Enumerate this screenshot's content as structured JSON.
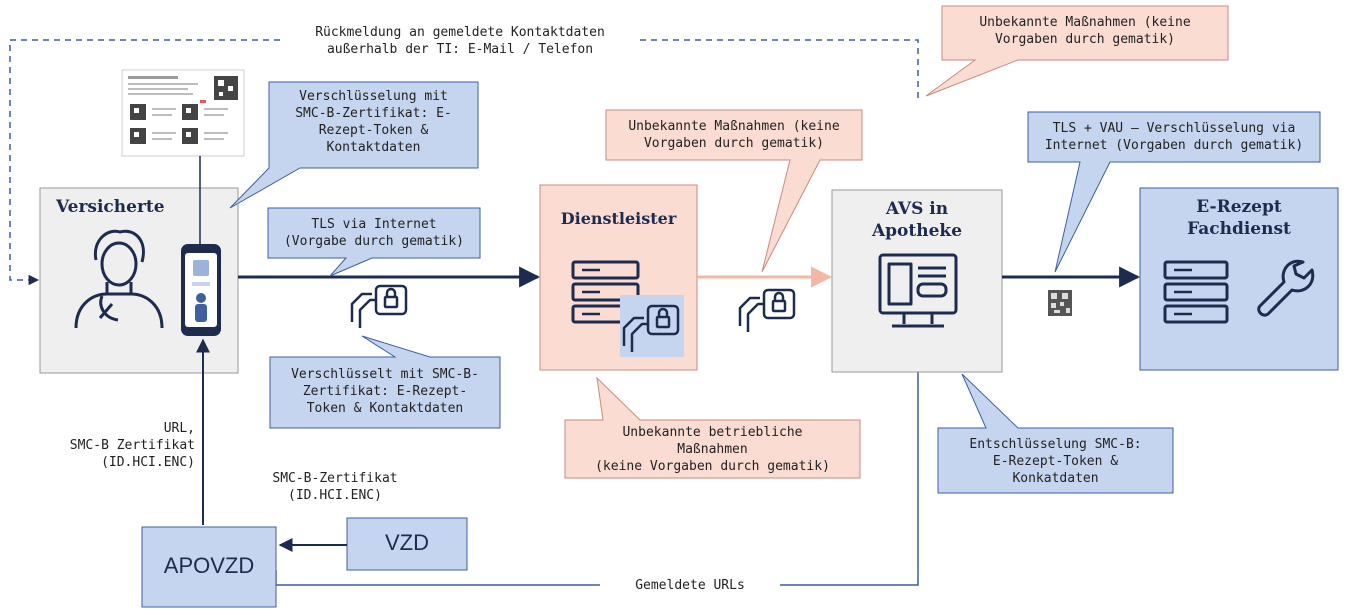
{
  "nodes": {
    "versicherte": "Versicherte",
    "dienstleister": "Dienstleister",
    "avs": [
      "AVS in",
      "Apotheke"
    ],
    "fachdienst": [
      "E-Rezept",
      "Fachdienst"
    ],
    "apovzd": "APOVZD",
    "vzd": "VZD"
  },
  "labels": {
    "rueckmeldung": [
      "Rückmeldung  an gemeldete Kontaktdaten",
      "außerhalb  der TI: E-Mail / Telefon"
    ],
    "gemeldete_urls": "Gemeldete URLs",
    "url_smcb": [
      "URL,",
      "SMC-B Zertifikat",
      "(ID.HCI.ENC)"
    ],
    "smcb_zert": [
      "SMC-B-Zertifikat",
      "(ID.HCI.ENC)"
    ]
  },
  "callouts": {
    "verschluesselung": [
      "Verschlüsselung mit",
      "SMC-B-Zertifikat: E-",
      "Rezept-Token &",
      "Kontaktdaten"
    ],
    "tls_internet": [
      "TLS via Internet",
      "(Vorgabe durch gematik)"
    ],
    "verschluesselt": [
      "Verschlüsselt mit SMC-B-",
      "Zertifikat: E-Rezept-",
      "Token & Kontaktdaten"
    ],
    "unbekannt_mitte": [
      "Unbekannte Maßnahmen (keine",
      "Vorgaben durch gematik)"
    ],
    "unbekannt_oben": [
      "Unbekannte Maßnahmen (keine",
      "Vorgaben durch gematik)"
    ],
    "betriebliche": [
      "Unbekannte betriebliche",
      "Maßnahmen",
      "(keine Vorgaben durch gematik)"
    ],
    "tls_vau": [
      "TLS + VAU – Verschlüsselung via",
      "Internet (Vorgaben durch gematik)"
    ],
    "entschluesselung": [
      "Entschlüsselung SMC-B:",
      "E-Rezept-Token &",
      "Konkatdaten"
    ]
  },
  "colors": {
    "navy": "#1d2b4f",
    "blue_fill": "#c6d5ef",
    "blue_stroke": "#3f5f9f",
    "pink_fill": "#fadcd3",
    "pink_stroke": "#c98a7c",
    "grey_fill": "#efefef",
    "grey_stroke": "#9a9a9a",
    "orange_arrow": "#f3b7a4"
  },
  "icons": [
    "person-icon",
    "smartphone-icon",
    "server-icon",
    "lock-document-icon",
    "monitor-icon",
    "wrench-icon",
    "qr-code-icon",
    "prescription-document-icon"
  ]
}
